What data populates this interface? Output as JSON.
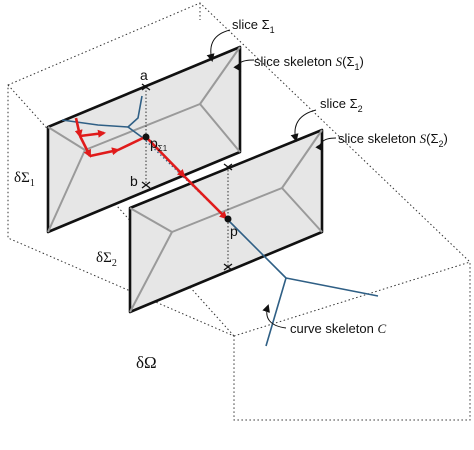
{
  "labels": {
    "slice1": "slice Σ",
    "slice1_sub": "1",
    "skeleton1_prefix": "slice skeleton ",
    "skeleton1_S": "S",
    "skeleton1_arg": "(Σ",
    "skeleton1_sub": "1",
    "skeleton1_close": ")",
    "slice2": "slice Σ",
    "slice2_sub": "2",
    "skeleton2_prefix": "slice skeleton ",
    "skeleton2_S": "S",
    "skeleton2_arg": "(Σ",
    "skeleton2_sub": "2",
    "skeleton2_close": ")",
    "point_a": "a",
    "point_b": "b",
    "point_p_sigma": "p",
    "point_p_sigma_sub": "Σ1",
    "point_p": "p",
    "boundary1": "δΣ",
    "boundary1_sub": "1",
    "boundary2": "δΣ",
    "boundary2_sub": "2",
    "curve_skeleton_prefix": "curve skeleton ",
    "curve_skeleton_var": "C",
    "domain_boundary": "δΩ"
  },
  "colors": {
    "slice_fill": "#e6e6e6",
    "skeleton_gray": "#9a9a9a",
    "curve_blue": "#2f5f85",
    "path_red": "#e01b1b",
    "outline": "#111111"
  }
}
